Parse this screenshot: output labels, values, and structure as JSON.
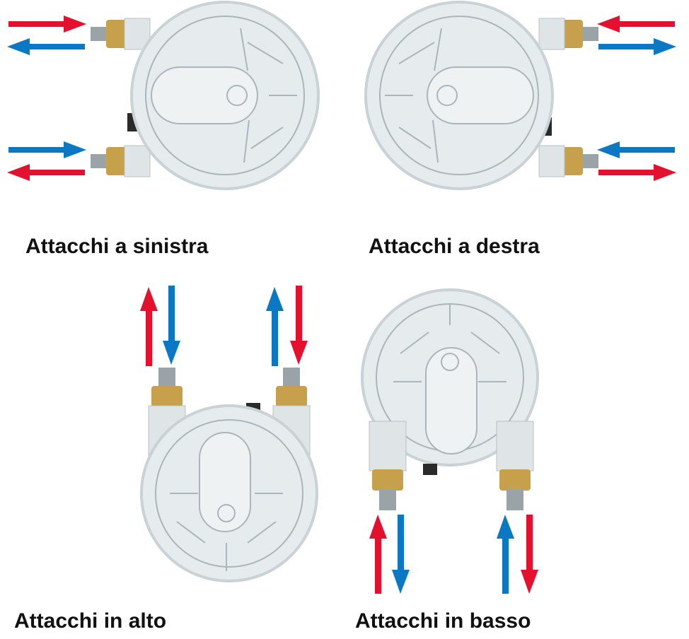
{
  "colors": {
    "hot": "#e3102e",
    "cold": "#0a78c2",
    "body": "#e6ebed",
    "body_shade": "#c9d2d6",
    "rib": "#aab6bc",
    "brass": "#c6a04a",
    "steel": "#9aa3a8",
    "knob": "#2a2a2a"
  },
  "panels": [
    {
      "id": "left",
      "caption": "Attacchi a sinistra",
      "orientation": "left"
    },
    {
      "id": "right",
      "caption": "Attacchi a destra",
      "orientation": "right"
    },
    {
      "id": "top",
      "caption": "Attacchi in alto",
      "orientation": "up"
    },
    {
      "id": "bottom",
      "caption": "Attacchi in basso",
      "orientation": "down"
    }
  ]
}
